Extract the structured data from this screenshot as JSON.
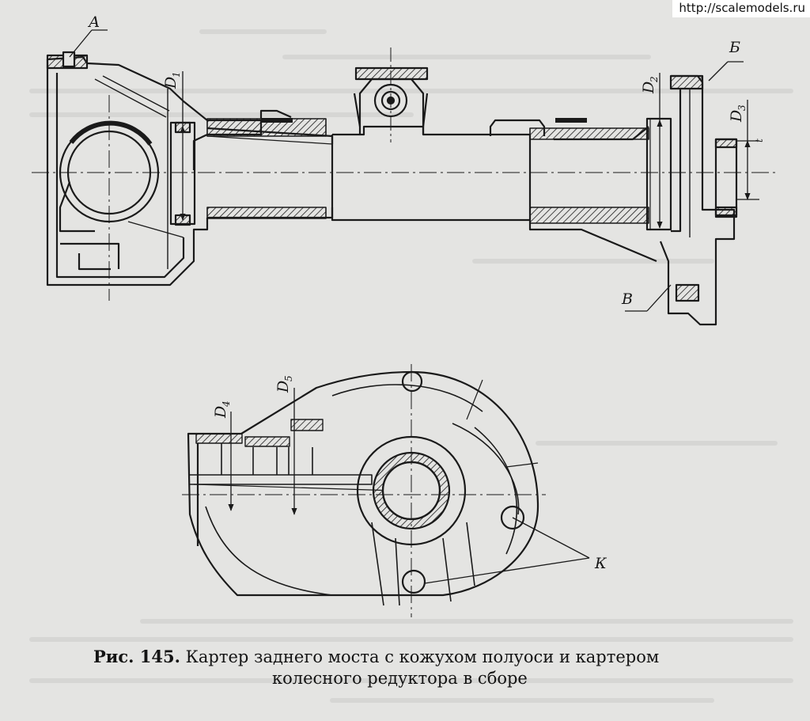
{
  "watermark": "http://scalemodels.ru",
  "figure": {
    "prefix": "Рис. 145.",
    "title_line1": "Картер заднего моста с кожухом полуоси и картером",
    "title_line2": "колесного редуктора в сборе"
  },
  "labels": {
    "A": "А",
    "B_cyr": "Б",
    "V": "В",
    "K": "К",
    "D1": "D",
    "D1_sub": "1",
    "D2": "D",
    "D2_sub": "2",
    "D3": "D",
    "D3_sub": "3",
    "D4": "D",
    "D4_sub": "4",
    "D5": "D",
    "D5_sub": "5",
    "t": "t"
  },
  "colors": {
    "paper": "#e4e4e2",
    "ink": "#1a1a1a",
    "bleed_text": "#555555"
  }
}
